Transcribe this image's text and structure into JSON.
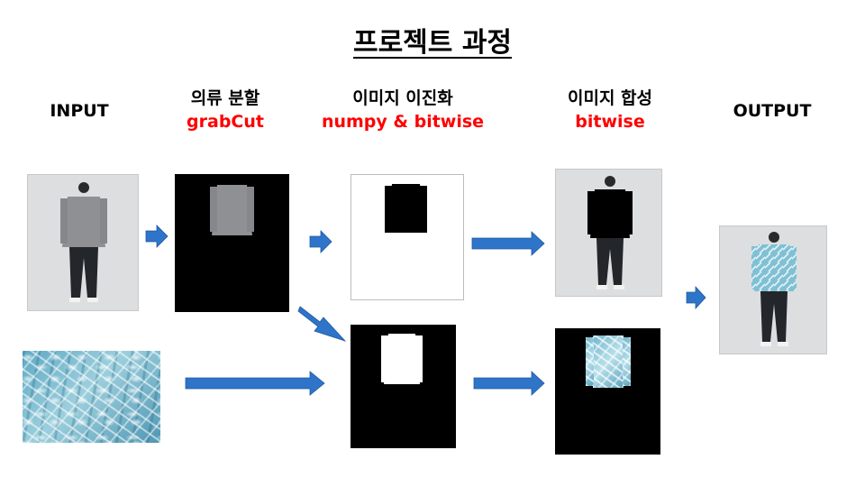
{
  "title": "프로젝트 과정",
  "stages": [
    {
      "name": "INPUT",
      "tech": ""
    },
    {
      "name": "의류 분할",
      "tech": "grabCut"
    },
    {
      "name": "이미지 이진화",
      "tech": "numpy & bitwise"
    },
    {
      "name": "이미지 합성",
      "tech": "bitwise"
    },
    {
      "name": "OUTPUT",
      "tech": ""
    }
  ],
  "colors": {
    "arrow": "#2e74c9",
    "tech_text": "#ff0000",
    "shirt_gray": "#8e9093",
    "pants_dark": "#23262b"
  }
}
